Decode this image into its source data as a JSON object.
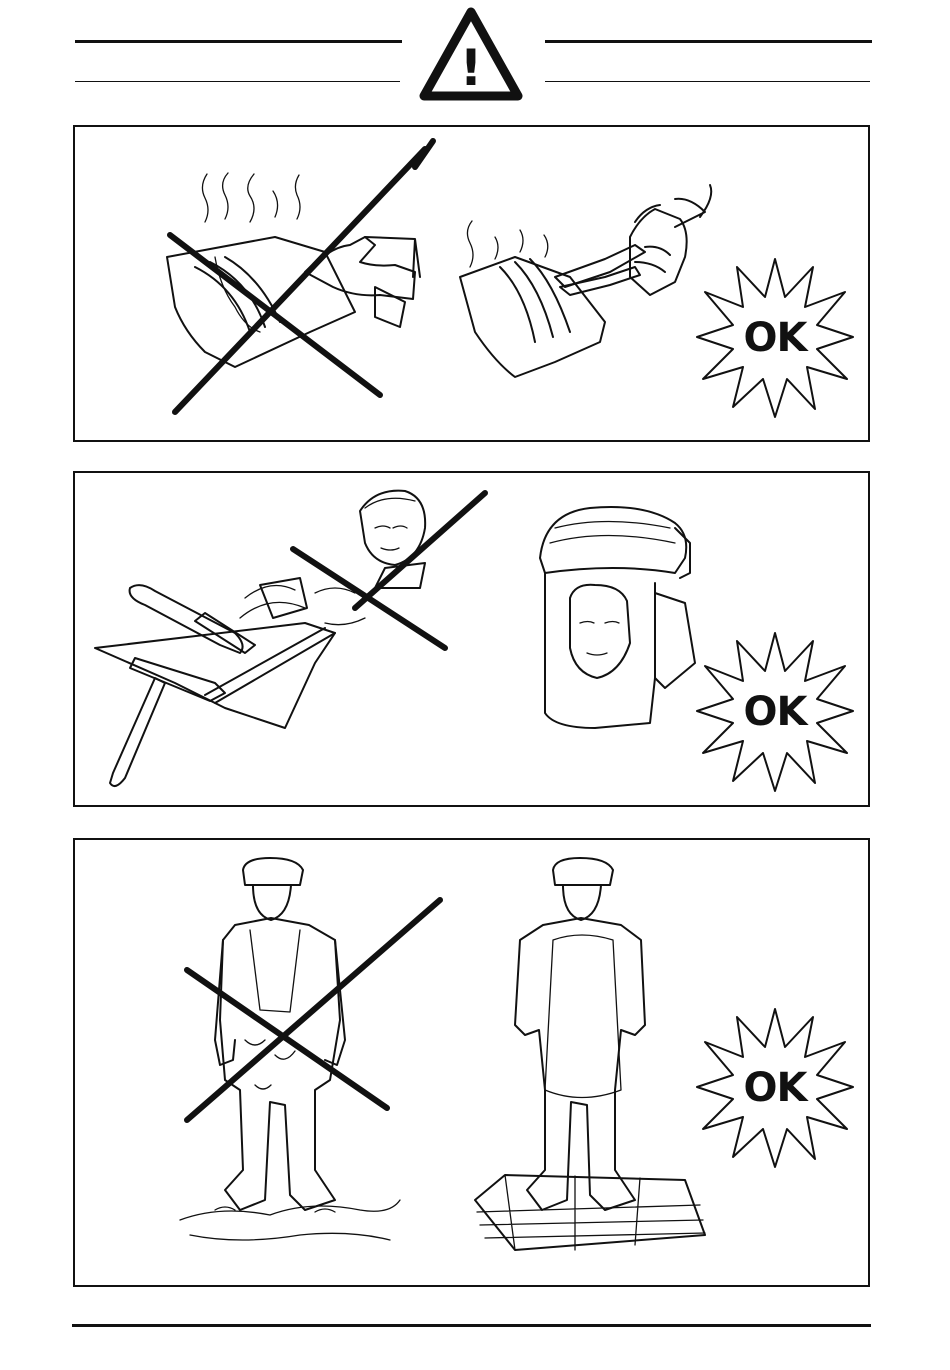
{
  "header": {
    "warning_symbol": "warning-triangle-icon",
    "warning_mark": "!"
  },
  "panels": [
    {
      "id": "hot-workpiece",
      "bad_illustration": "bare-hand-touching-hot-weld",
      "good_illustration": "pliers-holding-hot-weld",
      "badge_text": "OK"
    },
    {
      "id": "eye-protection",
      "bad_illustration": "grinding-without-face-shield",
      "good_illustration": "welder-with-face-shield",
      "badge_text": "OK"
    },
    {
      "id": "protective-clothing",
      "bad_illustration": "welder-in-torn-clothes-on-wet-floor",
      "good_illustration": "welder-in-apron-on-dry-wooden-platform",
      "badge_text": "OK"
    }
  ],
  "colors": {
    "ink": "#111111",
    "paper": "#ffffff"
  }
}
